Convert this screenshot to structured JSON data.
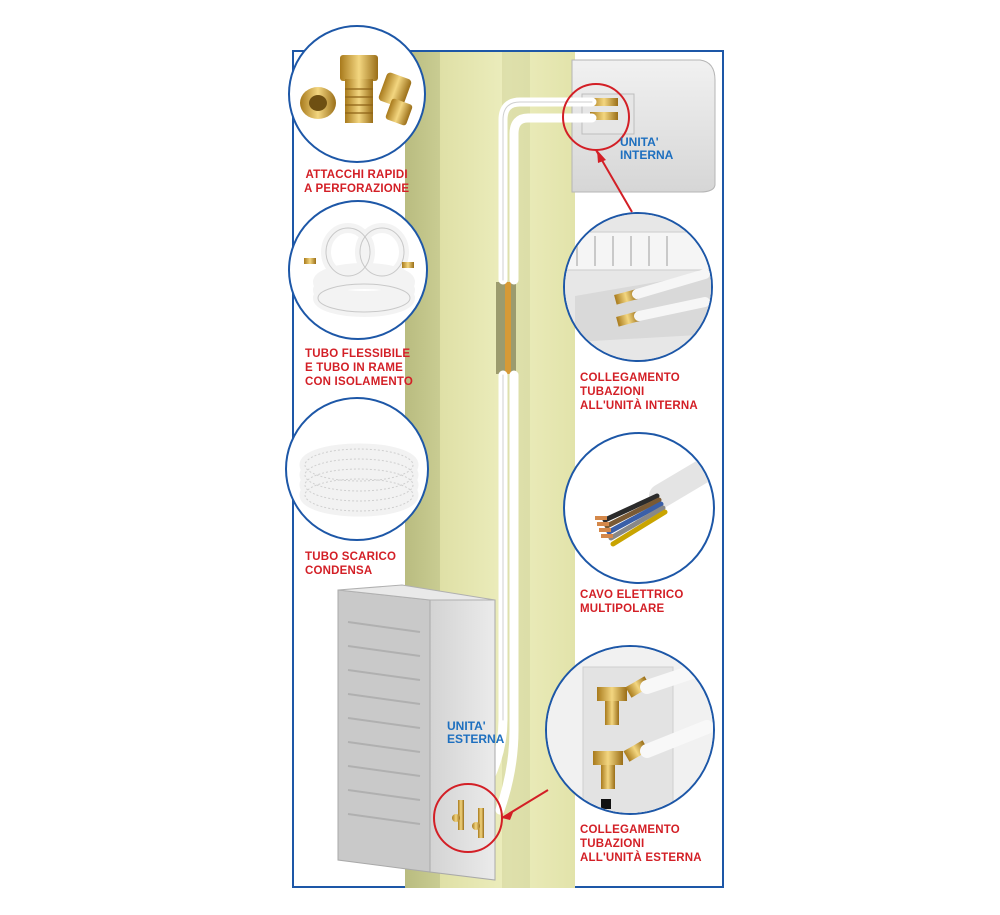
{
  "labels": {
    "attacchi": [
      "ATTACCHI RAPIDI",
      "A PERFORAZIONE"
    ],
    "tubo_flessibile": [
      "TUBO FLESSIBILE",
      "E TUBO IN RAME",
      "CON ISOLAMENTO"
    ],
    "tubo_scarico": [
      "TUBO SCARICO",
      "CONDENSA"
    ],
    "collegamento_interna": [
      "COLLEGAMENTO",
      "TUBAZIONI",
      "ALL'UNITÀ INTERNA"
    ],
    "cavo_elettrico": [
      "CAVO ELETTRICO",
      "MULTIPOLARE"
    ],
    "collegamento_esterna": [
      "COLLEGAMENTO",
      "TUBAZIONI",
      "ALL'UNITÀ ESTERNA"
    ],
    "unita_interna": [
      "UNITA'",
      "INTERNA"
    ],
    "unita_esterna": [
      "UNITA'",
      "ESTERNA"
    ]
  },
  "colors": {
    "frame_border": "#1d57a7",
    "label_red": "#d31f26",
    "unit_label_blue": "#1d6fbf",
    "wall_olive": "#c2c58a",
    "wall_cream": "#e8e8b6",
    "pipe_white": "#f4f4f4"
  },
  "icons": {
    "fittings": "brass-fittings-icon",
    "copper_coil": "insulated-copper-coil-icon",
    "drain_hose": "corrugated-drain-hose-icon",
    "indoor_connection": "indoor-connection-icon",
    "cable": "multipolar-cable-icon",
    "outdoor_connection": "outdoor-valve-icon"
  }
}
